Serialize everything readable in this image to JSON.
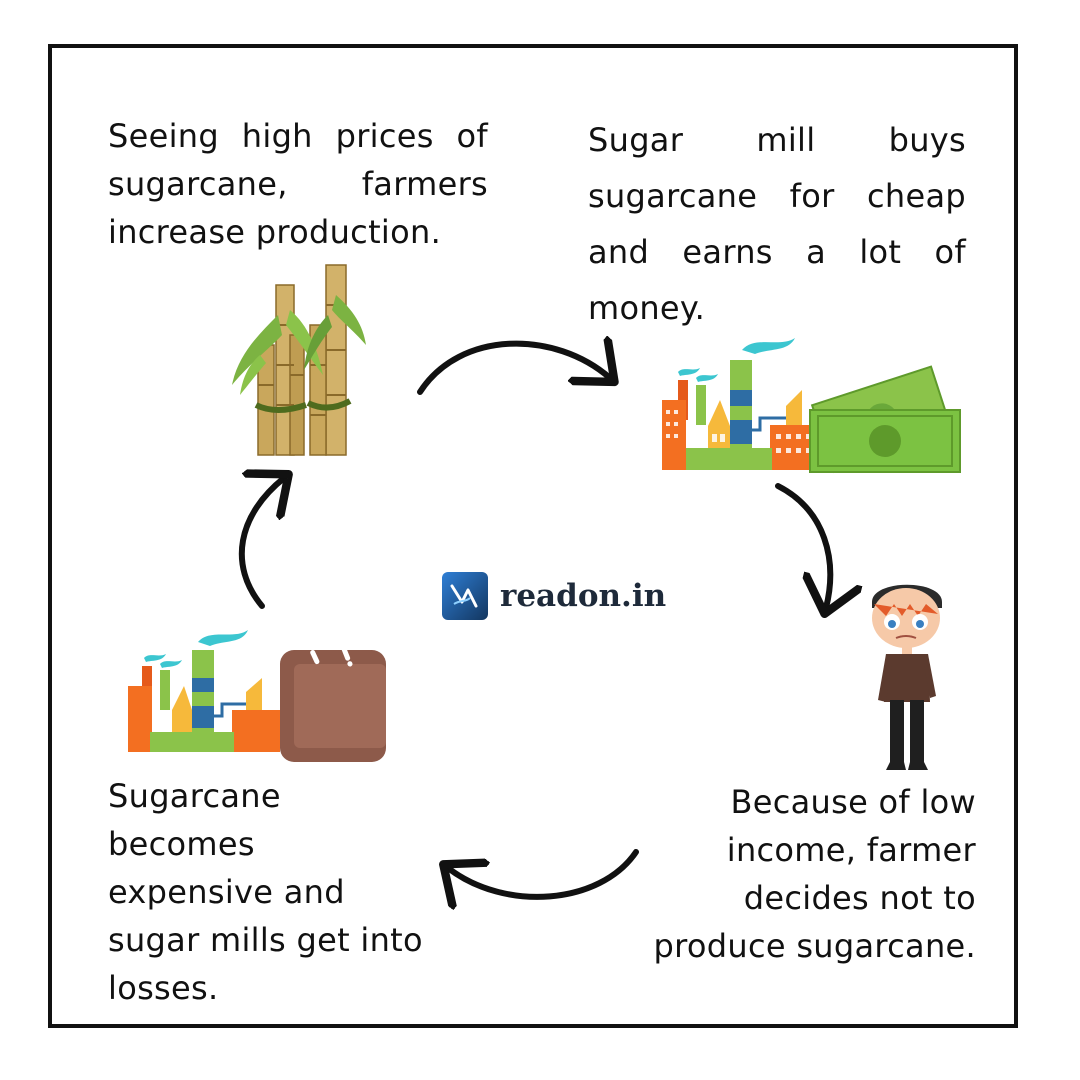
{
  "diagram": {
    "steps": [
      {
        "id": "high-prices",
        "lines": [
          "Seeing high prices of",
          "sugarcane,   farmers",
          "increase production."
        ]
      },
      {
        "id": "mill-profits",
        "lines": [
          "Sugar   mill   buys",
          "sugarcane for cheap",
          "and earns a lot of",
          "money."
        ]
      },
      {
        "id": "low-income",
        "lines": [
          "Because of low",
          "income, farmer",
          "decides not to",
          "produce sugarcane."
        ]
      },
      {
        "id": "mill-losses",
        "lines": [
          "Sugarcane",
          "becomes",
          "expensive and",
          "sugar mills get into",
          "losses."
        ]
      }
    ],
    "brand": {
      "name": "readon.in"
    },
    "icons": [
      "sugarcane-icon",
      "factory-icon",
      "money-icon",
      "farmer-icon",
      "wallet-icon"
    ],
    "colors": {
      "arrow": "#111111",
      "cane": "#c8a85a",
      "leaf": "#7cb342",
      "money": "#7cc242",
      "wallet": "#8d5a4a",
      "factory_orange": "#f36f21",
      "factory_blue": "#2e6da4",
      "smoke": "#3cc6d0"
    }
  }
}
